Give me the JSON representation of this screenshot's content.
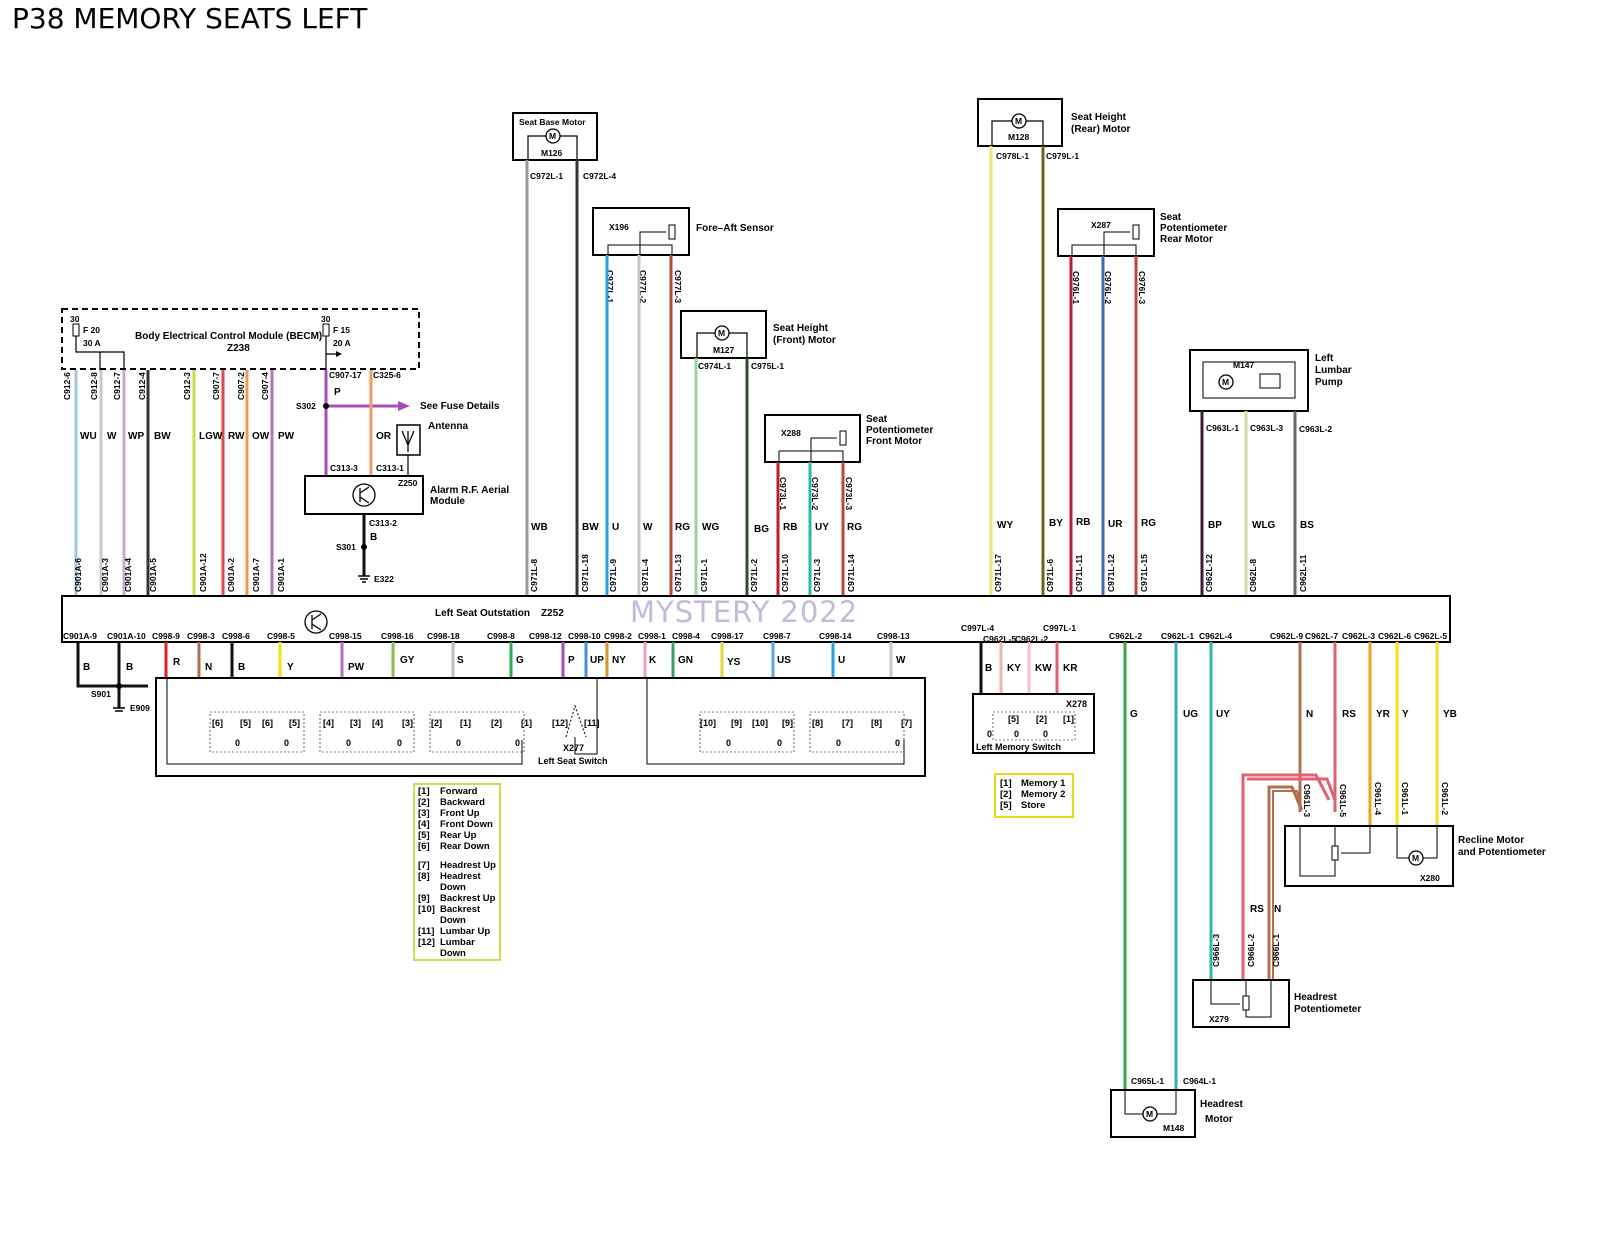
{
  "title": "P38 MEMORY SEATS LEFT",
  "watermark": "MYSTERY 2022",
  "colors": {
    "WU": "#9ec8e6",
    "W": "#c8c8c8",
    "WP": "#c3a9d8",
    "BW": "#333333",
    "LGW": "#c6de50",
    "RW": "#e24a4a",
    "OW": "#f29a4a",
    "PW": "#b66ec6",
    "P": "#a64eb8",
    "OR": "#f39b5c",
    "B": "#111111",
    "WB": "#9a9a9a",
    "U": "#2a9fe0",
    "RG": "#b84a36",
    "WG": "#9cd2a2",
    "BG": "#2b4f2b",
    "RB": "#b81f2a",
    "UY": "#33b4a6",
    "WY": "#f2e27a",
    "BY": "#6b6418",
    "UR": "#3b6eb0",
    "BP": "#3a1e3a",
    "WLG": "#d2dea0",
    "BS": "#6a6a6a",
    "R": "#e22020",
    "N": "#b07050",
    "Y": "#f4e214",
    "GY": "#8cbc4c",
    "S": "#bdbdbd",
    "G": "#2eaa4a",
    "UP": "#4a8ee0",
    "NY": "#d6962e",
    "K": "#f0a0b8",
    "GN": "#3aa05a",
    "YS": "#e6d640",
    "US": "#5aa6e0",
    "KY": "#f0b8a0",
    "KW": "#f4c0cc",
    "KR": "#e0606a",
    "UG": "#3aa8c8",
    "RS": "#e06070",
    "YR": "#f0a020",
    "YB": "#f0e020",
    "legend_border": "#c8e050",
    "memory_legend_border": "#e8d820"
  },
  "becm": {
    "title": "Body Electrical   Control Module (BECM)",
    "id": "Z238",
    "fuse_left": {
      "supply": "30",
      "name": "F 20",
      "rating": "30 A"
    },
    "fuse_right": {
      "supply": "30",
      "name": "F 15",
      "rating": "20 A"
    },
    "pins": [
      "C912-6",
      "C912-8",
      "C912-7",
      "C912-4",
      "C912-3",
      "C907-7",
      "C907-2",
      "C907-4",
      "C907-17",
      "C325-6"
    ]
  },
  "left_wires": [
    "WU",
    "W",
    "WP",
    "BW",
    "LGW",
    "RW",
    "OW",
    "PW"
  ],
  "alarm": {
    "splice": "S302",
    "fuse_details": "See Fuse Details",
    "wire_p": "P",
    "wire_or": "OR",
    "antenna": "Antenna",
    "pin_left": "C313-3",
    "pin_right": "C313-1",
    "module_id": "Z250",
    "module_name_1": "Alarm R.F. Aerial",
    "module_name_2": "Module",
    "pin_bottom": "C313-2",
    "wire_b": "B",
    "ground_splice": "S301",
    "ground": "E322"
  },
  "seat_base_motor": {
    "name": "Seat Base Motor",
    "id": "M126",
    "pin1": "C972L-1",
    "pin2": "C972L-4"
  },
  "fore_aft_sensor": {
    "name": "Fore–Aft Sensor",
    "id": "X196",
    "pins": [
      "C977L-1",
      "C977L-2",
      "C977L-3"
    ]
  },
  "seat_height_front": {
    "name_1": "Seat Height",
    "name_2": "(Front) Motor",
    "id": "M127",
    "pin1": "C974L-1",
    "pin2": "C975L-1"
  },
  "seat_pot_front": {
    "name_1": "Seat",
    "name_2": "Potentiometer",
    "name_3": "Front Motor",
    "id": "X288",
    "pins": [
      "C973L-1",
      "C973L-2",
      "C973L-3"
    ]
  },
  "seat_height_rear": {
    "name_1": "Seat Height",
    "name_2": "(Rear) Motor",
    "id": "M128",
    "pin1": "C978L-1",
    "pin2": "C979L-1"
  },
  "seat_pot_rear": {
    "name_1": "Seat",
    "name_2": "Potentiometer",
    "name_3": "Rear Motor",
    "id": "X287",
    "pins": [
      "C976L-1",
      "C976L-2",
      "C976L-3"
    ]
  },
  "lumbar_pump": {
    "name_1": "Left",
    "name_2": "Lumbar",
    "name_3": "Pump",
    "id": "M147",
    "pins": [
      "C963L-1",
      "C963L-3",
      "C963L-2"
    ]
  },
  "mid_wires": [
    "WB",
    "BW",
    "U",
    "W",
    "RG",
    "WG",
    "BG",
    "RB",
    "UY",
    "RG",
    "WY",
    "BY",
    "RB",
    "UR",
    "RG",
    "BP",
    "WLG",
    "BS"
  ],
  "top_pins": [
    "C901A-6",
    "C901A-3",
    "C901A-4",
    "C901A-5",
    "C901A-12",
    "C901A-2",
    "C901A-7",
    "C901A-1",
    "C971L-8",
    "C971L-18",
    "C971L-9",
    "C971L-4",
    "C971L-13",
    "C971L-1",
    "C971L-2",
    "C971L-10",
    "C971L-3",
    "C971L-14",
    "C971L-17",
    "C971L-6",
    "C971L-11",
    "C971L-12",
    "C971L-15",
    "C962L-12",
    "C962L-8",
    "C962L-11"
  ],
  "ecu": {
    "label_1": "Left Seat   Outstation",
    "label_2": "Z252"
  },
  "bottom_pins": [
    "C901A-9",
    "C901A-10",
    "C998-9",
    "C998-3",
    "C998-6",
    "C998-5",
    "C998-15",
    "C998-16",
    "C998-18",
    "C998-8",
    "C998-12",
    "C998-10",
    "C998-2",
    "C998-1",
    "C998-4",
    "C998-17",
    "C998-7",
    "C998-14",
    "C998-13",
    "C997L-4",
    "C962L-5",
    "C962L-2",
    "C997L-1",
    "C962L-2",
    "C962L-1",
    "C962L-4",
    "C962L-9",
    "C962L-7",
    "C962L-3",
    "C962L-6",
    "C962L-5"
  ],
  "bottom_wires": [
    "B",
    "B",
    "R",
    "N",
    "B",
    "Y",
    "PW",
    "GY",
    "S",
    "G",
    "P",
    "UP",
    "NY",
    "K",
    "GN",
    "YS",
    "US",
    "U",
    "W",
    "B",
    "KY",
    "KW",
    "KR",
    "G",
    "UG",
    "UY",
    "N",
    "RS",
    "YR",
    "Y",
    "YB"
  ],
  "ground_left": {
    "splice": "S901",
    "ground": "E909"
  },
  "seat_switch": {
    "id": "X277",
    "name": "Left Seat Switch",
    "labels": [
      "[6]",
      "[5]",
      "[6]",
      "[5]",
      "[4]",
      "[3]",
      "[4]",
      "[3]",
      "[2]",
      "[1]",
      "[2]",
      "[1]",
      "[12]",
      "[11]",
      "[10]",
      "[9]",
      "[10]",
      "[9]",
      "[8]",
      "[7]",
      "[8]",
      "[7]"
    ],
    "zero": "0"
  },
  "switch_legend": [
    {
      "num": "[1]",
      "text": "Forward"
    },
    {
      "num": "[2]",
      "text": "Backward"
    },
    {
      "num": "[3]",
      "text": "Front Up"
    },
    {
      "num": "[4]",
      "text": "Front Down"
    },
    {
      "num": "[5]",
      "text": "Rear Up"
    },
    {
      "num": "[6]",
      "text": "Rear Down"
    },
    {
      "num": "[7]",
      "text": "Headrest Up"
    },
    {
      "num": "[8]",
      "text": "Headrest"
    },
    {
      "num": "",
      "text": "Down"
    },
    {
      "num": "[9]",
      "text": "Backrest Up"
    },
    {
      "num": "[10]",
      "text": "Backrest"
    },
    {
      "num": "",
      "text": "Down"
    },
    {
      "num": "[11]",
      "text": "Lumbar Up"
    },
    {
      "num": "[12]",
      "text": "Lumbar"
    },
    {
      "num": "",
      "text": "Down"
    }
  ],
  "memory_switch": {
    "id": "X278",
    "name": "Left Memory Switch",
    "labels": [
      "[5]",
      "[2]",
      "[1]"
    ],
    "zero": "0"
  },
  "memory_legend": [
    {
      "num": "[1]",
      "text": "Memory 1"
    },
    {
      "num": "[2]",
      "text": "Memory 2"
    },
    {
      "num": "[5]",
      "text": "Store"
    }
  ],
  "recline": {
    "name_1": "Recline Motor",
    "name_2": "and Potentiometer",
    "id": "X280",
    "pins": [
      "C961L-3",
      "C961L-5",
      "C961L-4",
      "C961L-1",
      "C961L-2"
    ]
  },
  "headrest_pot": {
    "name_1": "Headrest",
    "name_2": "Potentiometer",
    "id": "X279",
    "pins": [
      "C966L-3",
      "C966L-2",
      "C966L-1"
    ],
    "wire_rs": "RS",
    "wire_n": "N"
  },
  "headrest_motor": {
    "name_1": "Headrest",
    "name_2": "Motor",
    "id": "M148",
    "pin1": "C965L-1",
    "pin2": "C964L-1"
  }
}
